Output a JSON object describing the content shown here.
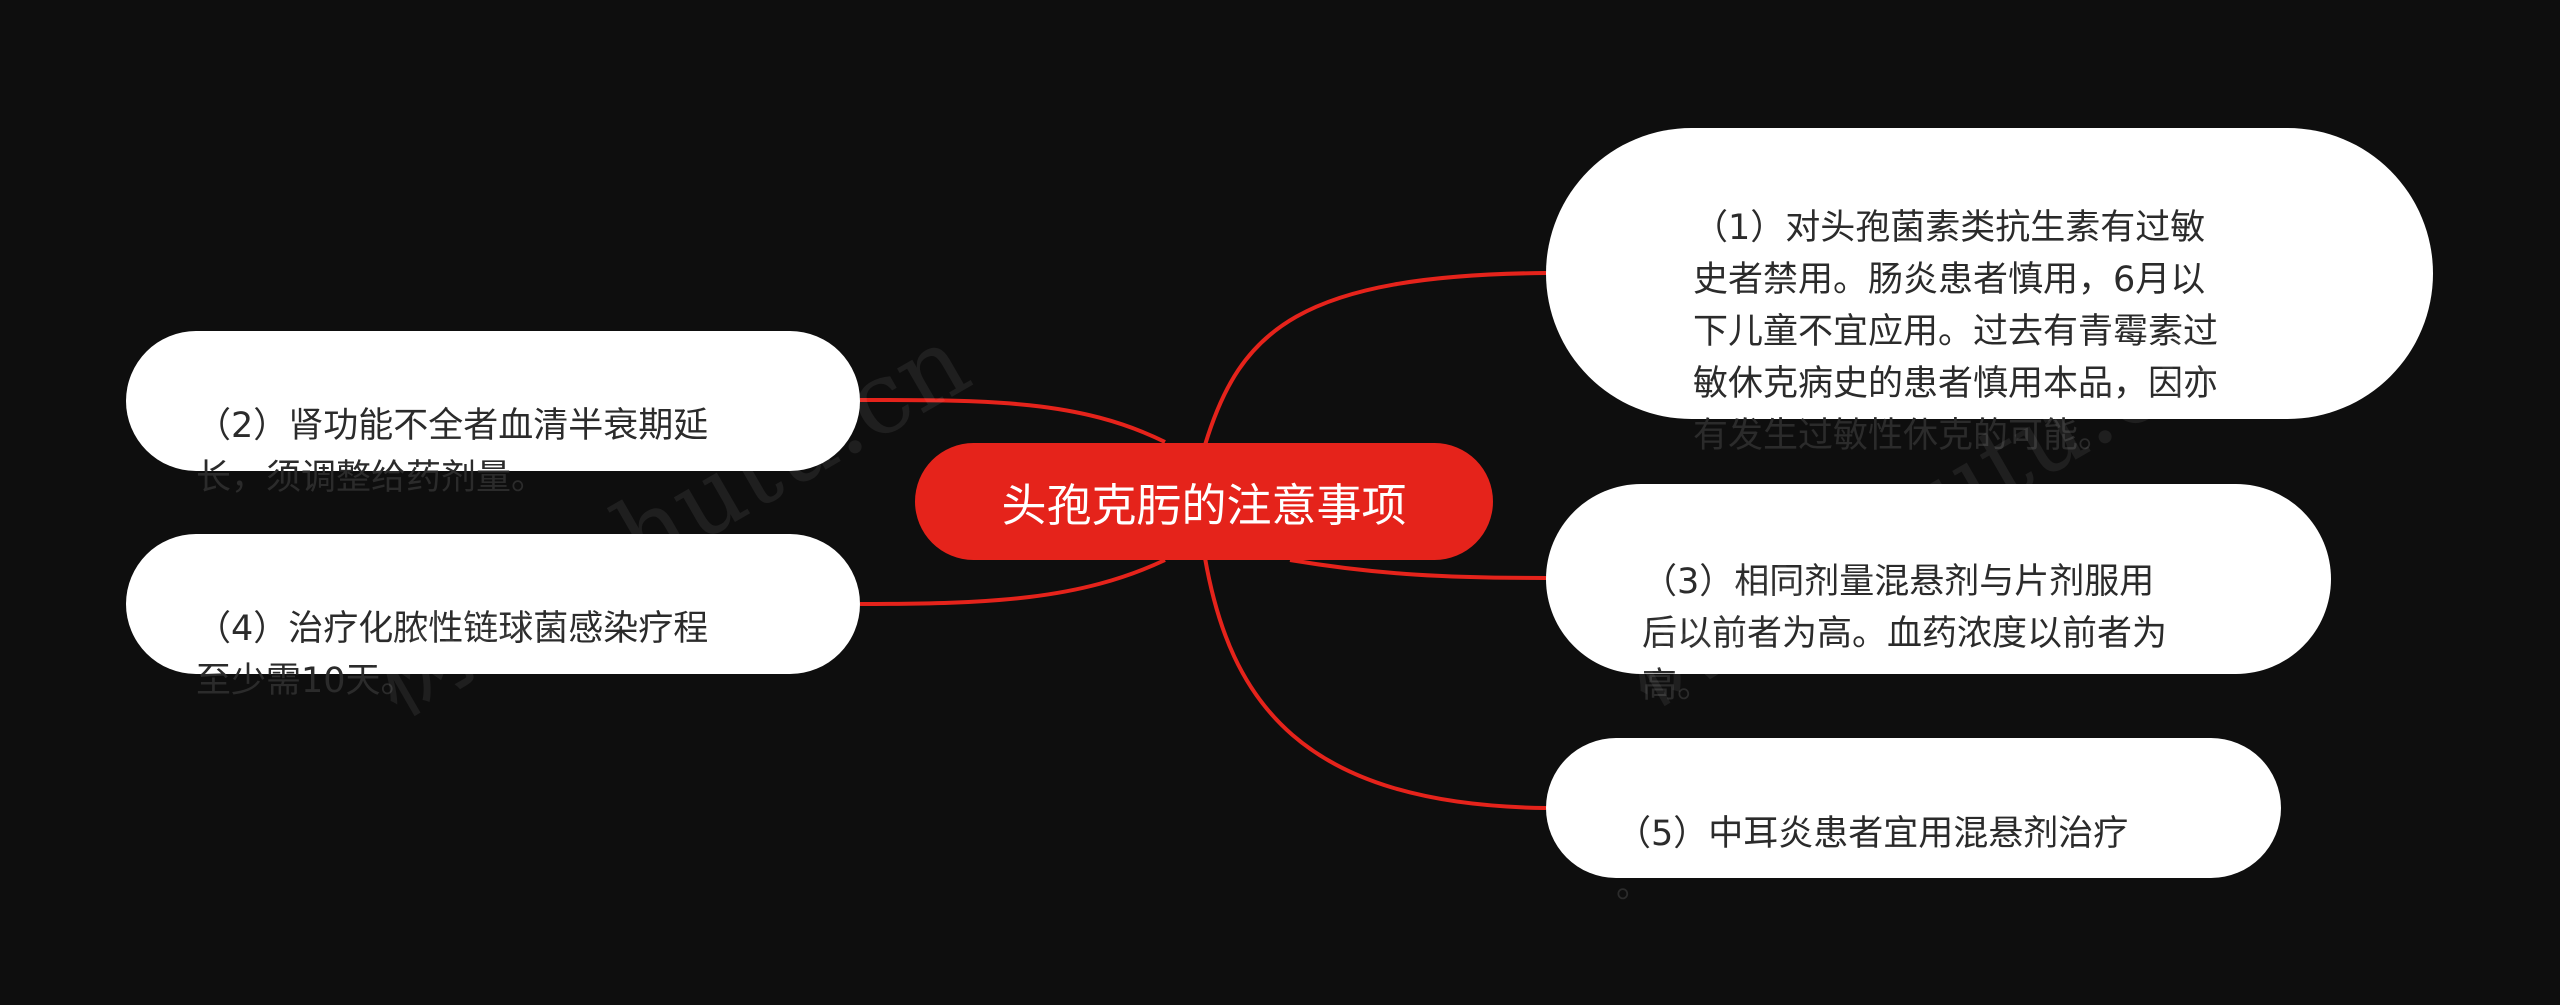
{
  "colors": {
    "background": "#0e0e0e",
    "central": "#e5231b",
    "connector": "#e5231b",
    "node": "#ffffff",
    "node_text": "#2b2b2b"
  },
  "central_topic": "头孢克肟的注意事项",
  "branches": [
    {
      "id": "n1",
      "side": "right",
      "text": "（1）对头孢菌素类抗生素有过敏\n史者禁用。肠炎患者慎用，6月以\n下儿童不宜应用。过去有青霉素过\n敏休克病史的患者慎用本品，因亦\n有发生过敏性休克的可能。"
    },
    {
      "id": "n2",
      "side": "left",
      "text": "（2）肾功能不全者血清半衰期延\n长，须调整给药剂量。"
    },
    {
      "id": "n3",
      "side": "right",
      "text": "（3）相同剂量混悬剂与片剂服用\n后以前者为高。血药浓度以前者为\n高。"
    },
    {
      "id": "n4",
      "side": "left",
      "text": "（4）治疗化脓性链球菌感染疗程\n至少需10天。"
    },
    {
      "id": "n5",
      "side": "right",
      "text": "（5）中耳炎患者宜用混悬剂治疗\n。"
    }
  ],
  "watermark": "树图 shutu.cn"
}
